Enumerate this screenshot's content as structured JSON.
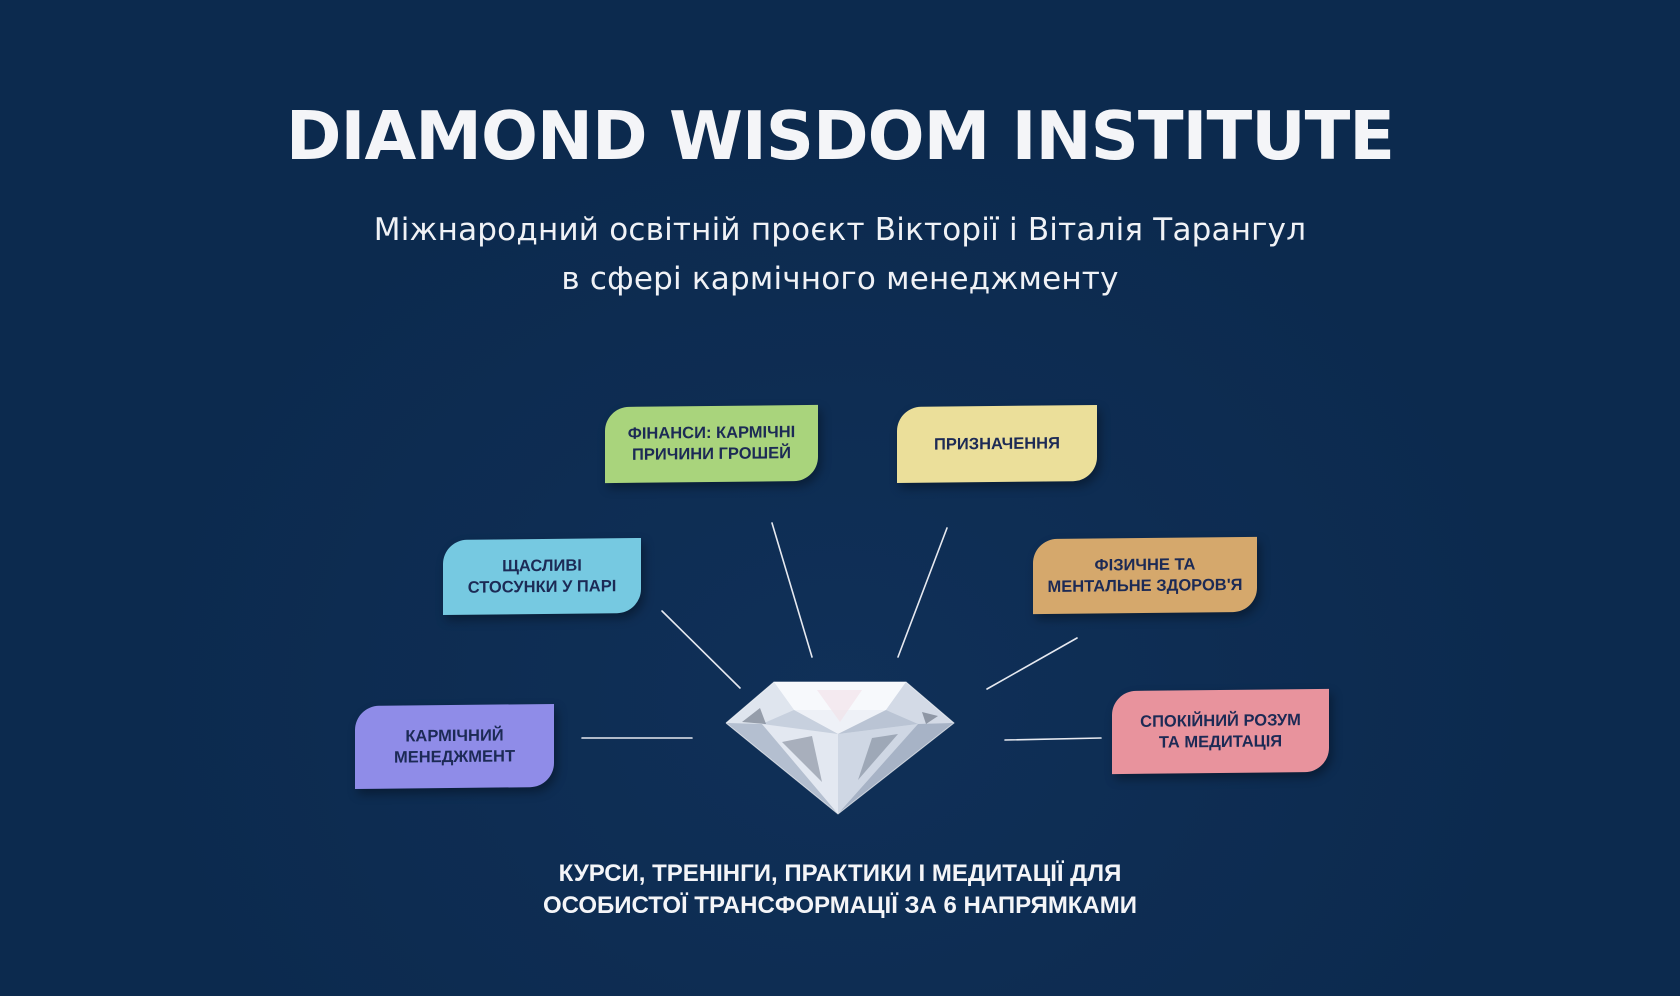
{
  "header": {
    "title": "DIAMOND WISDOM INSTITUTE",
    "subtitle_line1": "Міжнародний освітній проєкт Вікторії і Віталія Тарангул",
    "subtitle_line2": "в сфері кармічного менеджменту"
  },
  "diagram": {
    "center_icon": "diamond-icon",
    "line_color": "#e6e9f0",
    "nodes": [
      {
        "id": "karmic-management",
        "line1": "КАРМІЧНИЙ",
        "line2": "МЕНЕДЖМЕНТ",
        "color": "#8f8ce8"
      },
      {
        "id": "happy-relationships",
        "line1": "ЩАСЛИВІ",
        "line2": "СТОСУНКИ У ПАРІ",
        "color": "#76c9e1"
      },
      {
        "id": "finance",
        "line1": "ФІНАНСИ: КАРМІЧНІ",
        "line2": "ПРИЧИНИ ГРОШЕЙ",
        "color": "#a9d47c"
      },
      {
        "id": "purpose",
        "line1": "ПРИЗНАЧЕННЯ",
        "line2": "",
        "color": "#ebdf9a"
      },
      {
        "id": "health",
        "line1": "ФІЗИЧНЕ ТА",
        "line2": "МЕНТАЛЬНЕ ЗДОРОВ'Я",
        "color": "#d5a86c"
      },
      {
        "id": "calm-mind",
        "line1": "СПОКІЙНИЙ РОЗУМ",
        "line2": "ТА МЕДИТАЦІЯ",
        "color": "#e8939d"
      }
    ]
  },
  "footer": {
    "line1": "КУРСИ, ТРЕНІНГИ, ПРАКТИКИ І МЕДИТАЦІЇ ДЛЯ",
    "line2": "ОСОБИСТОЇ ТРАНСФОРМАЦІЇ ЗА 6 НАПРЯМКАМИ"
  },
  "colors": {
    "background": "#0c2a4e",
    "text_light": "#f4f5f8",
    "text_dark": "#1c2a55"
  }
}
